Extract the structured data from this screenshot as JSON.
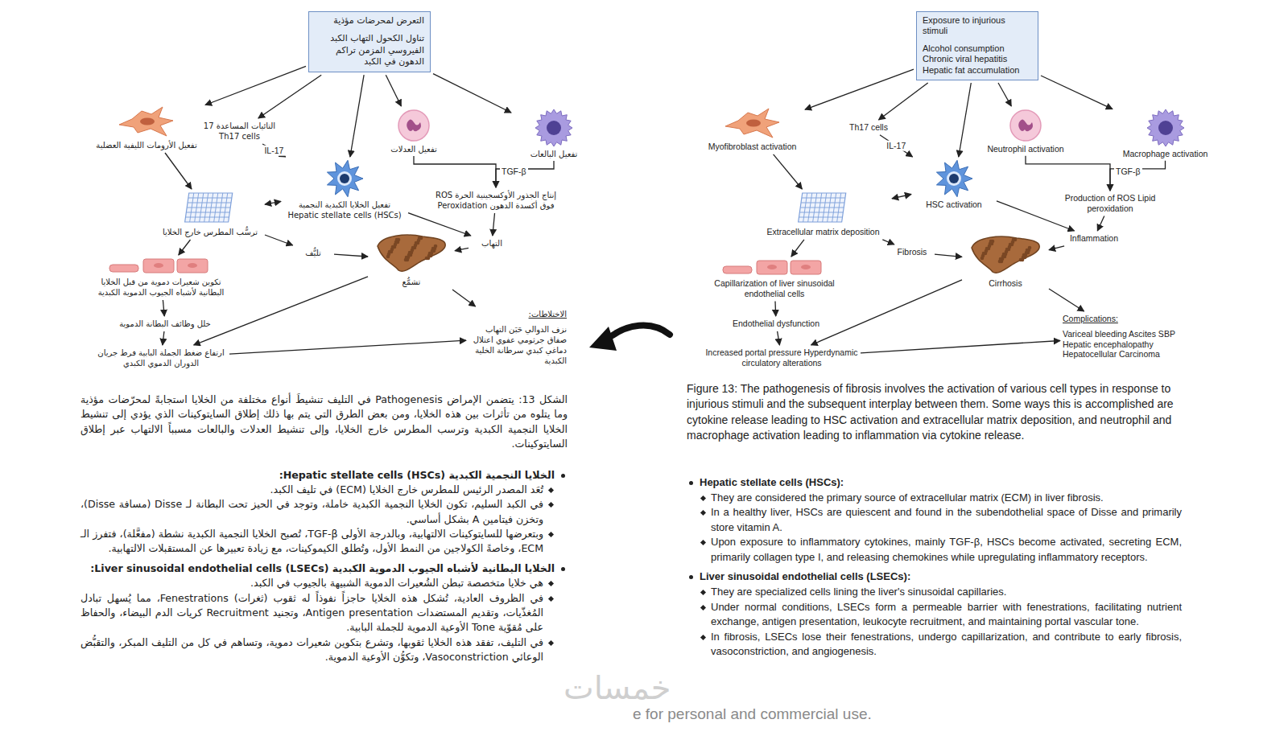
{
  "diagram": {
    "caption": "Figure 13: The pathogenesis of fibrosis involves the activation of various cell types in response to injurious stimuli and the subsequent interplay between them. Some ways this is accomplished are cytokine release leading to HSC activation and extracellular matrix deposition, and neutrophil and macrophage activation leading to inflammation via cytokine release.",
    "nodes": [
      {
        "text": [
          "التعرض لمحرضات مؤذية",
          "تناول الكحول التهاب الكبد الفيروسي المزمن تراكم الدهون في الكبد"
        ]
      },
      {
        "text": [
          "تفعيل الأرومات الليفية العضلية"
        ]
      },
      {
        "text": [
          "التائيات المساعدة 17 Th17 cells"
        ]
      },
      {
        "text": [
          "تفعيل الخلايا الكبدية النجمية Hepatic stellate cells (HSCs)"
        ]
      },
      {
        "text": [
          "تفعيل العدلات"
        ]
      },
      {
        "text": [
          "تفعيل البالعات"
        ]
      },
      {
        "text": [
          "إنتاج الجذور الأوكسجينية الحرة ROS فوق أكسدة الدهون Peroxidation"
        ]
      },
      {
        "text": [
          "ترسُّب المطرس خارج الخلايا"
        ]
      },
      {
        "text": [
          "تليُّف"
        ]
      },
      {
        "text": [
          "تشمُّع"
        ]
      },
      {
        "text": [
          "التهاب"
        ]
      },
      {
        "text": [
          "تكوين شعيرات دموية من قبل الخلايا البطانية لأشباه الجيوب الدموية الكبدية"
        ]
      },
      {
        "text": [
          "خلل وظائف البطانة الدموية"
        ]
      },
      {
        "text": [
          "ارتفاع ضغط الجملة البابية فرط جريان الدوران الدموي الكبدي"
        ]
      },
      {
        "text": [
          "الاختلاطات:",
          "نزف الدوالي حَبَن التهاب صفاق جرثومي عفوي اعتلال دماغي كبدي سرطانة الخلية الكبدية"
        ]
      },
      {
        "text": [
          "Exposure to injurious stimuli",
          "Alcohol consumption Chronic viral hepatitis Hepatic fat accumulation"
        ]
      },
      {
        "text": [
          "Myofibroblast activation"
        ]
      },
      {
        "text": [
          "Th17 cells"
        ]
      },
      {
        "text": [
          "HSC activation"
        ]
      },
      {
        "text": [
          "Neutrophil activation"
        ]
      },
      {
        "text": [
          "Macrophage activation"
        ]
      },
      {
        "text": [
          "Production of ROS Lipid peroxidation"
        ]
      },
      {
        "text": [
          "Extracellular matrix deposition"
        ]
      },
      {
        "text": [
          "Fibrosis"
        ]
      },
      {
        "text": [
          "Cirrhosis"
        ]
      },
      {
        "text": [
          "Inflammation"
        ]
      },
      {
        "text": [
          "Capillarization of liver sinusoidal endothelial cells"
        ]
      },
      {
        "text": [
          "Endothelial dysfunction"
        ]
      },
      {
        "text": [
          "Increased portal pressure Hyperdynamic circulatory alterations"
        ]
      },
      {
        "text": [
          "Complications:",
          "Variceal bleeding Ascites SBP Hepatic encephalopathy Hepatocellular Carcinoma"
        ]
      }
    ],
    "edges": [
      {
        "from": 0,
        "to": 1,
        "arrow": "to"
      },
      {
        "from": 0,
        "to": 2,
        "arrow": "to"
      },
      {
        "from": 0,
        "to": 3,
        "arrow": "to"
      },
      {
        "from": 0,
        "to": 4,
        "arrow": "to"
      },
      {
        "from": 0,
        "to": 5,
        "arrow": "to"
      },
      {
        "from": 1,
        "to": 7,
        "arrow": "to"
      },
      {
        "from": 2,
        "to": 3,
        "label": "IL-17",
        "arrow": "to"
      },
      {
        "from": 3,
        "to": 7,
        "arrow": "both"
      },
      {
        "from": 4,
        "to": 6,
        "label": "TGF-β",
        "arrow": "to"
      },
      {
        "from": 5,
        "to": 6,
        "arrow": "to"
      },
      {
        "from": 3,
        "to": 10,
        "arrow": "to"
      },
      {
        "from": 6,
        "to": 10,
        "arrow": "to"
      },
      {
        "from": 7,
        "to": 8,
        "arrow": "to"
      },
      {
        "from": 8,
        "to": 9,
        "arrow": "to"
      },
      {
        "from": 10,
        "to": 9,
        "arrow": "to"
      },
      {
        "from": 7,
        "to": 11,
        "arrow": "to"
      },
      {
        "from": 11,
        "to": 12,
        "arrow": "to"
      },
      {
        "from": 12,
        "to": 13,
        "arrow": "to"
      },
      {
        "from": 9,
        "to": 13,
        "arrow": "to"
      },
      {
        "from": 9,
        "to": 14,
        "arrow": "to"
      },
      {
        "from": 13,
        "to": 14,
        "arrow": "to"
      },
      {
        "from": 15,
        "to": 16,
        "arrow": "to"
      },
      {
        "from": 15,
        "to": 17,
        "arrow": "to"
      },
      {
        "from": 15,
        "to": 18,
        "arrow": "to"
      },
      {
        "from": 15,
        "to": 19,
        "arrow": "to"
      },
      {
        "from": 15,
        "to": 20,
        "arrow": "to"
      },
      {
        "from": 16,
        "to": 22,
        "arrow": "to"
      },
      {
        "from": 17,
        "to": 18,
        "label": "IL-17",
        "arrow": "to"
      },
      {
        "from": 18,
        "to": 22,
        "arrow": "both"
      },
      {
        "from": 19,
        "to": 21,
        "label": "TGF-β",
        "arrow": "to"
      },
      {
        "from": 20,
        "to": 21,
        "arrow": "to"
      },
      {
        "from": 18,
        "to": 25,
        "arrow": "to"
      },
      {
        "from": 21,
        "to": 25,
        "arrow": "to"
      },
      {
        "from": 22,
        "to": 23,
        "arrow": "to"
      },
      {
        "from": 23,
        "to": 24,
        "arrow": "to"
      },
      {
        "from": 25,
        "to": 24,
        "arrow": "to"
      },
      {
        "from": 22,
        "to": 26,
        "arrow": "to"
      },
      {
        "from": 26,
        "to": 27,
        "arrow": "to"
      },
      {
        "from": 27,
        "to": 28,
        "arrow": "to"
      },
      {
        "from": 24,
        "to": 28,
        "arrow": "to"
      },
      {
        "from": 24,
        "to": 29,
        "arrow": "to"
      },
      {
        "from": 28,
        "to": 29,
        "arrow": "to"
      }
    ],
    "labels": [
      "الشكل 13: يتضمن الإمراض Pathogenesis في التليف تنشيطَ أنواع مختلفة من الخلايا استجابةً لمحرّضات مؤذية وما يتلوه من تأثرات بين هذه الخلايا، ومن بعض الطرق التي يتم بها ذلك إطلاق السايتوكينات الذي يؤدي إلى تنشيط الخلايا النجمية الكبدية وترسب المطرس خارج الخلايا، وإلى تنشيط العدلات والبالعات مسبباً الالتهاب عبر إطلاق السايتوكينات.",
      "الخلايا النجمية الكبدية Hepatic stellate cells (HSCs):",
      "تُعَد المصدر الرئيس للمطرس خارج الخلايا (ECM) في تليف الكبد.",
      "في الكبد السليم، تكون الخلايا النجمية الكبدية خاملة، وتوجد في الحيز تحت البطانة لـ Disse (مسافة Disse)، وتخزن فيتامين A بشكل أساسي.",
      "وبتعرضها للسايتوكينات الالتهابية، وبالدرجة الأولى TGF-β، تُصبح الخلايا النجمية الكبدية نشطة (مفعَّلة)، فتفرز الـ ECM، وخاصةً الكولاجين من النمط الأول، وتُطلق الكيموكينات، مع زيادة تعبيرها عن المستقبلات الالتهابية.",
      "الخلايا البطانية لأشباه الجيوب الدموية الكبدية Liver sinusoidal endothelial cells (LSECs):",
      "هي خلايا متخصصة تبطن الشُعيرات الدموية الشبيهة بالجيوب في الكبد.",
      "في الظروف العادية، تُشكل هذه الخلايا حاجزاً نفوذاً له ثقوب (ثغرات) Fenestrations، مما يُسهل تبادل المُغذّيات، وتقديم المستضدات Antigen presentation، وتجنيد Recruitment كريات الدم البيضاء، والحفاظ على مُقوّية Tone الأوعية الدموية للجملة البابية.",
      "في التليف، تفقد هذه الخلايا ثقوبها، وتشرع بتكوين شعيرات دموية، وتساهم في كل من التليف المبكر، والتقبُّض الوعائي Vasoconstriction، وتكوُّن الأوعية الدموية.",
      "Hepatic stellate cells (HSCs):",
      "They are considered the primary source of extracellular matrix (ECM) in liver fibrosis.",
      "In a healthy liver, HSCs are quiescent and found in the subendothelial space of Disse and primarily store vitamin A.",
      "Upon exposure to inflammatory cytokines, mainly TGF-β, HSCs become activated, secreting ECM, primarily collagen type I, and releasing chemokines while upregulating inflammatory receptors.",
      "Liver sinusoidal endothelial cells (LSECs):",
      "They are specialized cells lining the liver's sinusoidal capillaries.",
      "Under normal conditions, LSECs form a permeable barrier with fenestrations, facilitating nutrient exchange, antigen presentation, leukocyte recruitment, and maintaining portal vascular tone.",
      "In fibrosis, LSECs lose their fenestrations, undergo capillarization, and contribute to early fibrosis, vasoconstriction, and angiogenesis.",
      "خمسات",
      "e for personal and commercial use."
    ]
  }
}
